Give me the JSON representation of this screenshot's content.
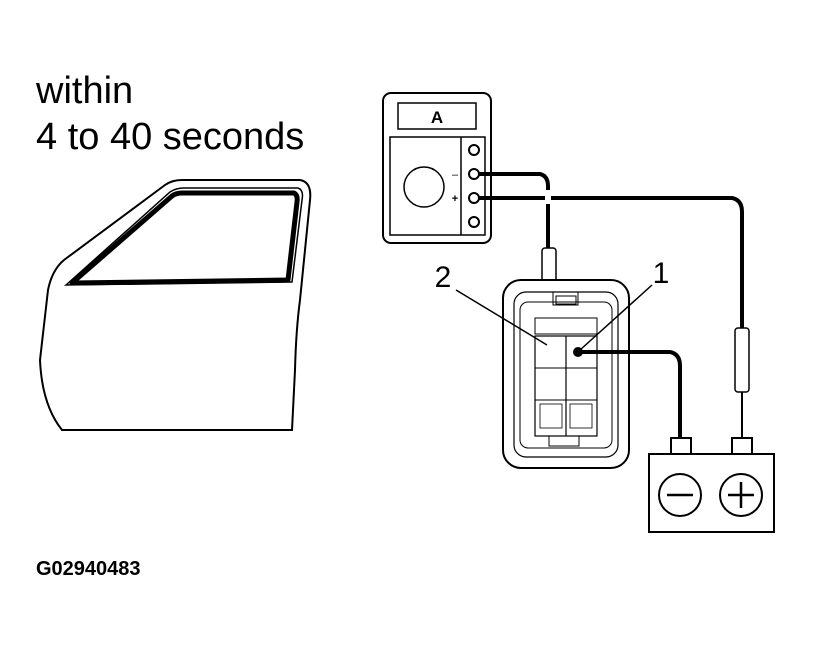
{
  "caption": {
    "line1": "within",
    "line2": "4 to 40 seconds"
  },
  "meter": {
    "display": "A",
    "neg_sign": "–",
    "pos_sign": "+"
  },
  "callouts": {
    "one": "1",
    "two": "2"
  },
  "battery": {
    "negative_symbol": "negative",
    "positive_symbol": "positive"
  },
  "figure_id": "G02940483"
}
